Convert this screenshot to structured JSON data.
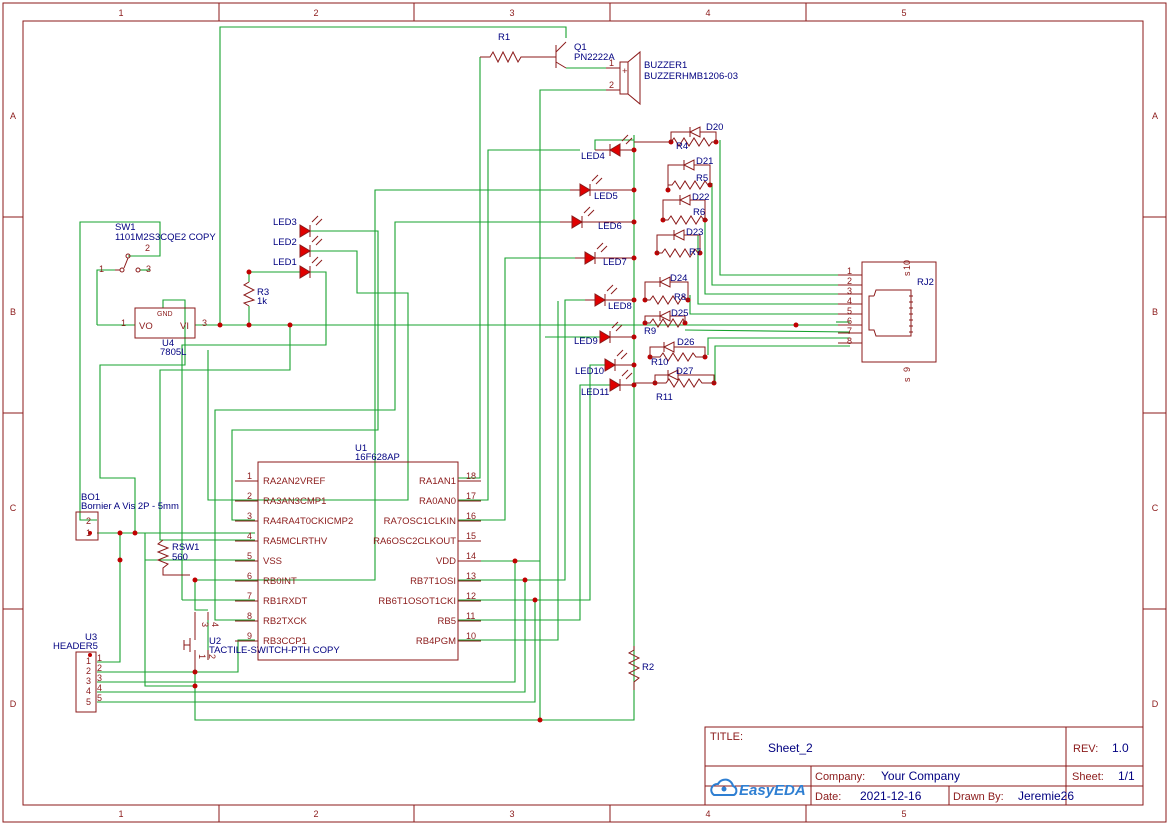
{
  "frame": {
    "cols": [
      "1",
      "2",
      "3",
      "4",
      "5"
    ],
    "rows": [
      "A",
      "B",
      "C",
      "D"
    ]
  },
  "components": {
    "r1": {
      "ref": "R1"
    },
    "q1": {
      "ref": "Q1",
      "val": "PN2222A"
    },
    "buzzer": {
      "ref": "BUZZER1",
      "val": "BUZZERHMB1206-03",
      "p1": "1",
      "p2": "2"
    },
    "sw1": {
      "ref": "SW1",
      "val": "1101M2S3CQE2 COPY",
      "p1": "1",
      "p2": "2",
      "p3": "3"
    },
    "u4": {
      "ref": "U4",
      "val": "7805L",
      "vo": "VO",
      "vi": "VI",
      "gnd": "GND",
      "p1": "1",
      "p3": "3"
    },
    "r3": {
      "ref": "R3",
      "val": "1k"
    },
    "led3": {
      "ref": "LED3"
    },
    "led2": {
      "ref": "LED2"
    },
    "led1": {
      "ref": "LED1"
    },
    "led4": {
      "ref": "LED4"
    },
    "led5": {
      "ref": "LED5"
    },
    "led6": {
      "ref": "LED6"
    },
    "led7": {
      "ref": "LED7"
    },
    "led8": {
      "ref": "LED8"
    },
    "led9": {
      "ref": "LED9"
    },
    "led10": {
      "ref": "LED10"
    },
    "led11": {
      "ref": "LED11"
    },
    "d20": {
      "ref": "D20"
    },
    "d21": {
      "ref": "D21"
    },
    "d22": {
      "ref": "D22"
    },
    "d23": {
      "ref": "D23"
    },
    "d24": {
      "ref": "D24"
    },
    "d25": {
      "ref": "D25"
    },
    "d26": {
      "ref": "D26"
    },
    "d27": {
      "ref": "D27"
    },
    "r4": {
      "ref": "R4"
    },
    "r5": {
      "ref": "R5"
    },
    "r6": {
      "ref": "R6"
    },
    "r7": {
      "ref": "R7"
    },
    "r8": {
      "ref": "R8"
    },
    "r9": {
      "ref": "R9"
    },
    "r10": {
      "ref": "R10"
    },
    "r11": {
      "ref": "R11"
    },
    "r2": {
      "ref": "R2"
    },
    "rj2": {
      "ref": "RJ2",
      "pins": [
        "1",
        "2",
        "3",
        "4",
        "5",
        "6",
        "7",
        "8"
      ],
      "s10": "10",
      "s9": "9",
      "s": "s"
    },
    "bo1": {
      "ref": "BO1",
      "val": "Bornier A Vis 2P - 5mm",
      "p2": "2",
      "p1": "1"
    },
    "rsw1": {
      "ref": "RSW1",
      "val": "560"
    },
    "u3": {
      "ref": "U3",
      "val": "HEADER5",
      "pins": [
        "1",
        "2",
        "3",
        "4",
        "5"
      ]
    },
    "u2": {
      "ref": "U2",
      "val": "TACTILE-SWITCH-PTH COPY",
      "p1": "1",
      "p2": "2",
      "p3": "3",
      "p4": "4"
    },
    "u1": {
      "ref": "U1",
      "val": "16F628AP",
      "left": [
        {
          "n": "1",
          "name": "RA2AN2VREF"
        },
        {
          "n": "2",
          "name": "RA3AN3CMP1"
        },
        {
          "n": "3",
          "name": "RA4RA4T0CKICMP2"
        },
        {
          "n": "4",
          "name": "RA5MCLRTHV"
        },
        {
          "n": "5",
          "name": "VSS"
        },
        {
          "n": "6",
          "name": "RB0INT"
        },
        {
          "n": "7",
          "name": "RB1RXDT"
        },
        {
          "n": "8",
          "name": "RB2TXCK"
        },
        {
          "n": "9",
          "name": "RB3CCP1"
        }
      ],
      "right": [
        {
          "n": "18",
          "name": "RA1AN1"
        },
        {
          "n": "17",
          "name": "RA0AN0"
        },
        {
          "n": "16",
          "name": "RA7OSC1CLKIN"
        },
        {
          "n": "15",
          "name": "RA6OSC2CLKOUT"
        },
        {
          "n": "14",
          "name": "VDD"
        },
        {
          "n": "13",
          "name": "RB7T1OSI"
        },
        {
          "n": "12",
          "name": "RB6T1OSOT1CKI"
        },
        {
          "n": "11",
          "name": "RB5"
        },
        {
          "n": "10",
          "name": "RB4PGM"
        }
      ]
    }
  },
  "titleblock": {
    "title_label": "TITLE:",
    "title": "Sheet_2",
    "rev_label": "REV:",
    "rev": "1.0",
    "company_label": "Company:",
    "company": "Your Company",
    "sheet_label": "Sheet:",
    "sheet": "1/1",
    "date_label": "Date:",
    "date": "2021-12-16",
    "drawn_label": "Drawn By:",
    "drawn": "Jeremie26",
    "logo": "EasyEDA",
    "logo_color": "#2f7fd2"
  },
  "colors": {
    "wire": "#17a32f",
    "symbol": "#8b1a1a",
    "label": "#000080",
    "junction": "#c00000"
  }
}
